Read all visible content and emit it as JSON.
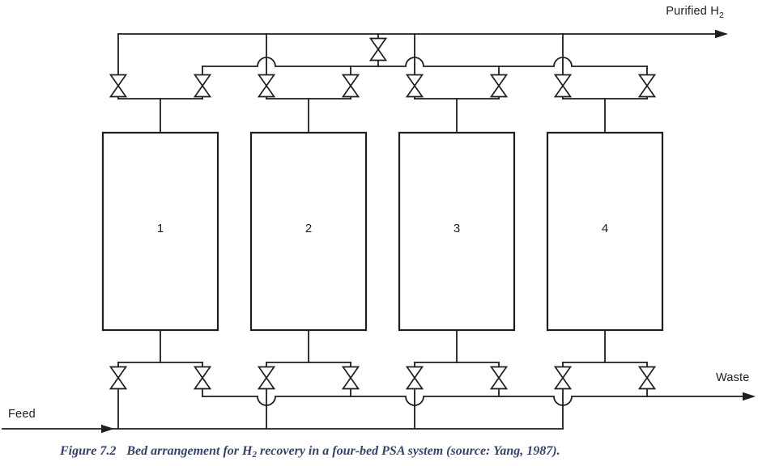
{
  "colors": {
    "line": "#1e1e1e",
    "label": "#1e1e1e",
    "caption": "#35436a",
    "background": "#ffffff"
  },
  "labels": {
    "purified_main": "Purified H",
    "purified_sub": "2",
    "feed": "Feed",
    "waste": "Waste"
  },
  "beds": [
    {
      "label": "1"
    },
    {
      "label": "2"
    },
    {
      "label": "3"
    },
    {
      "label": "4"
    }
  ],
  "caption": {
    "figure_no": "Figure  7.2",
    "body_pre": "Bed arrangement for H",
    "body_sub": "2",
    "body_post": " recovery in a four-bed PSA system (source: Yang, 1987)."
  }
}
